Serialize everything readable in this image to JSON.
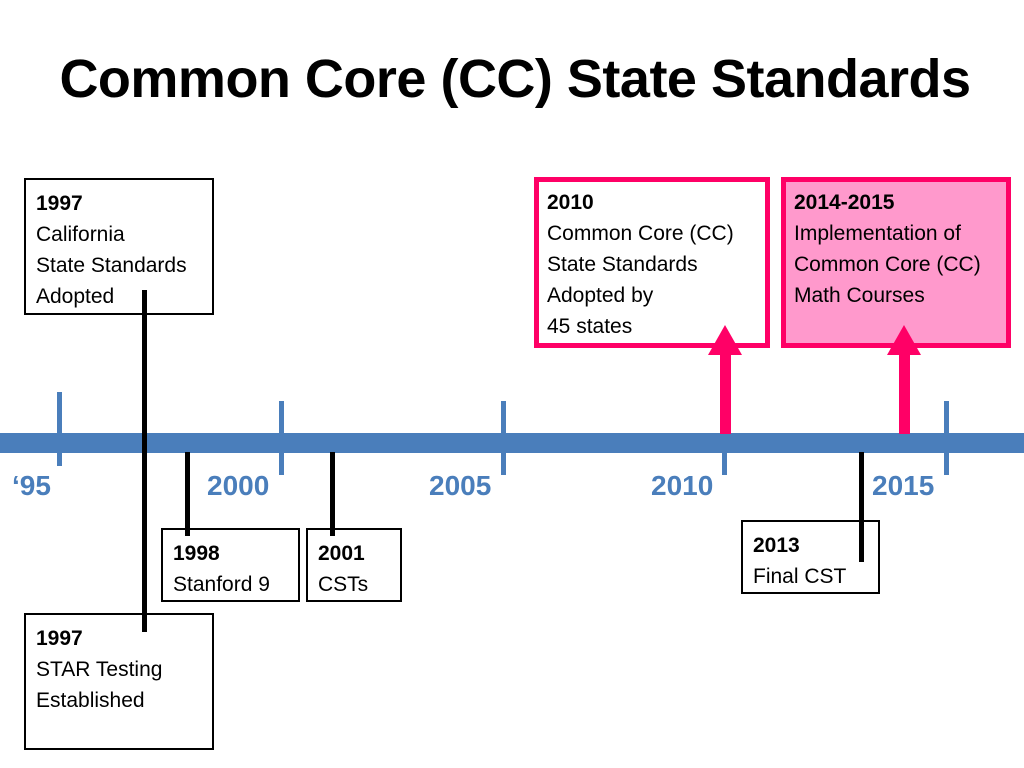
{
  "title": "Common Core (CC) State Standards",
  "colors": {
    "axis": "#4a7ebb",
    "highlight_border": "#ff0066",
    "highlight_fill": "#ff99cc",
    "connector": "#000000"
  },
  "axis": {
    "ticks": [
      {
        "label": "‘95",
        "year": 1995
      },
      {
        "label": "2000",
        "year": 2000
      },
      {
        "label": "2005",
        "year": 2005
      },
      {
        "label": "2010",
        "year": 2010
      },
      {
        "label": "2015",
        "year": 2015
      }
    ]
  },
  "events": [
    {
      "year": "1997",
      "lines": [
        "California",
        "State Standards",
        "Adopted"
      ],
      "position": "above",
      "style": "plain"
    },
    {
      "year": "1997",
      "lines": [
        "STAR Testing",
        "Established"
      ],
      "position": "below",
      "style": "plain"
    },
    {
      "year": "1998",
      "lines": [
        "Stanford 9"
      ],
      "position": "below",
      "style": "plain"
    },
    {
      "year": "2001",
      "lines": [
        "CSTs"
      ],
      "position": "below",
      "style": "plain"
    },
    {
      "year": "2010",
      "lines": [
        "Common Core (CC)",
        "State Standards",
        "Adopted by",
        "45 states"
      ],
      "position": "above",
      "style": "highlight-outline"
    },
    {
      "year": "2013",
      "lines": [
        "Final CST"
      ],
      "position": "below",
      "style": "plain"
    },
    {
      "year": "2014-2015",
      "lines": [
        "Implementation of",
        "Common Core (CC)",
        "Math Courses"
      ],
      "position": "above",
      "style": "highlight-filled"
    }
  ]
}
